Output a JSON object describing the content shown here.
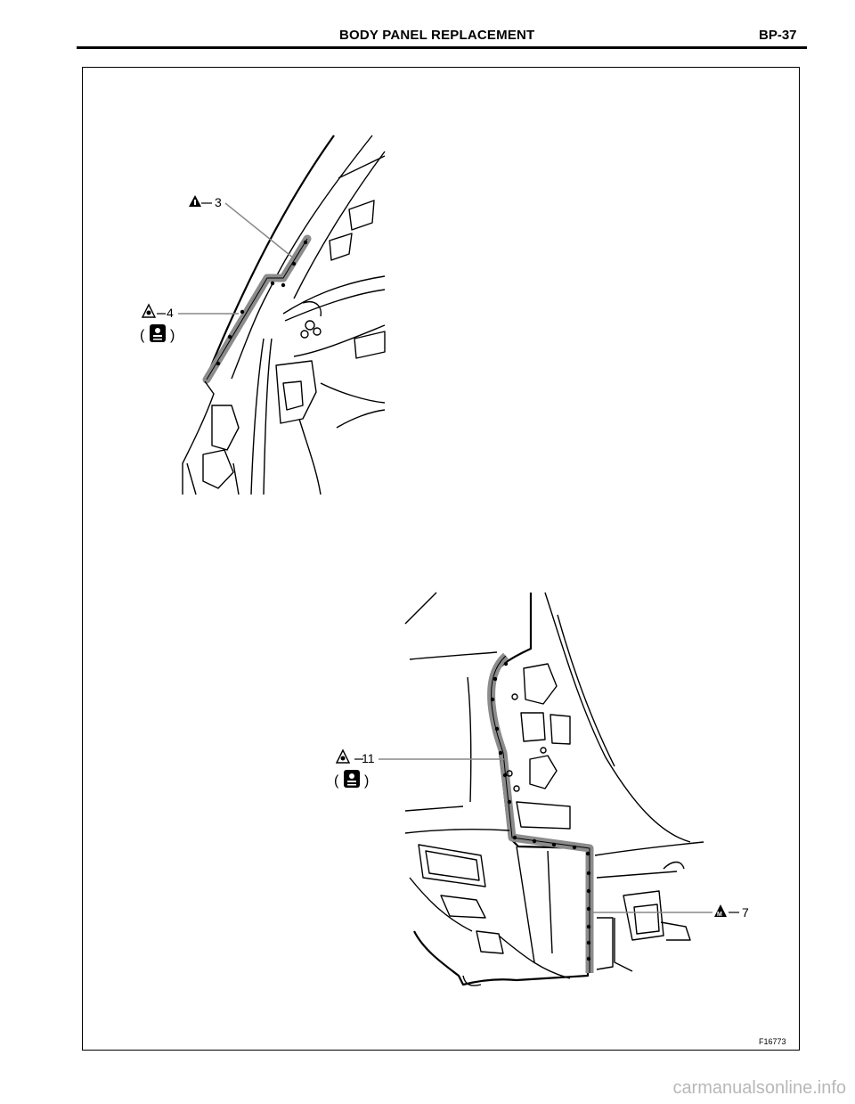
{
  "header": {
    "title": "BODY PANEL REPLACEMENT",
    "page": "BP-37"
  },
  "figure": {
    "id": "F16773",
    "callouts": [
      {
        "label": "3",
        "icon": "weld-triangle-icon"
      },
      {
        "label": "4",
        "icon": "sealer-triangle-icon",
        "sub_icon": "brazing-torch-icon"
      },
      {
        "label": "11",
        "icon": "sealer-triangle-icon",
        "sub_icon": "brazing-torch-icon"
      },
      {
        "label": "7",
        "icon": "mig-triangle-icon"
      }
    ]
  },
  "watermark": "carmanualsonline.info"
}
